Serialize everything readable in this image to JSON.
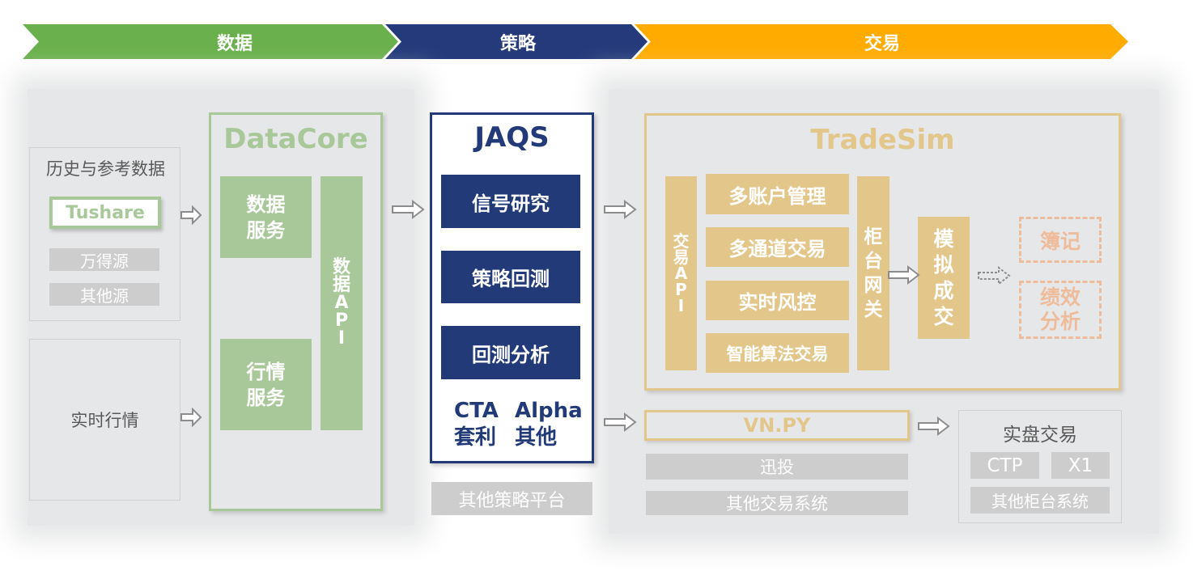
{
  "colors": {
    "data": "#6ab04c",
    "strategy": "#243a7a",
    "trade": "#ffab00",
    "green_box": "#a9c89a",
    "yellow_box": "#e3c68a",
    "navy": "#223a78",
    "grey": "#cdcdcd",
    "zone": "#e6e7e8"
  },
  "bands": {
    "data": "数据",
    "strategy": "策略",
    "trade": "交易"
  },
  "data_column": {
    "hist_title": "历史与参考数据",
    "tushare": "Tushare",
    "wind": "万得源",
    "other_src": "其他源",
    "realtime": "实时行情"
  },
  "datacore": {
    "title": "DataCore",
    "data_service": [
      "数据",
      "服务"
    ],
    "market_service": [
      "行情",
      "服务"
    ],
    "data_api": [
      "数",
      "据",
      "A",
      "P",
      "I"
    ]
  },
  "jaqs": {
    "title": "JAQS",
    "signal": "信号研究",
    "backtest": "策略回测",
    "analysis": "回测分析",
    "cta": "CTA",
    "arbitrage": "套利",
    "alpha": "Alpha",
    "other": "其他",
    "other_platform": "其他策略平台"
  },
  "tradesim": {
    "title": "TradeSim",
    "trade_api": [
      "交",
      "易",
      "A",
      "P",
      "I"
    ],
    "multi_account": "多账户管理",
    "multi_channel": "多通道交易",
    "risk": "实时风控",
    "algo": "智能算法交易",
    "gateway": [
      "柜",
      "台",
      "网",
      "关"
    ],
    "sim_match": [
      "模",
      "拟",
      "成",
      "交"
    ],
    "ledger": "簿记",
    "perf": [
      "绩效",
      "分析"
    ]
  },
  "live": {
    "vnpy": "VN.PY",
    "xuntou": "迅投",
    "other_trade": "其他交易系统",
    "title": "实盘交易",
    "ctp": "CTP",
    "x1": "X1",
    "other_counter": "其他柜台系统"
  }
}
